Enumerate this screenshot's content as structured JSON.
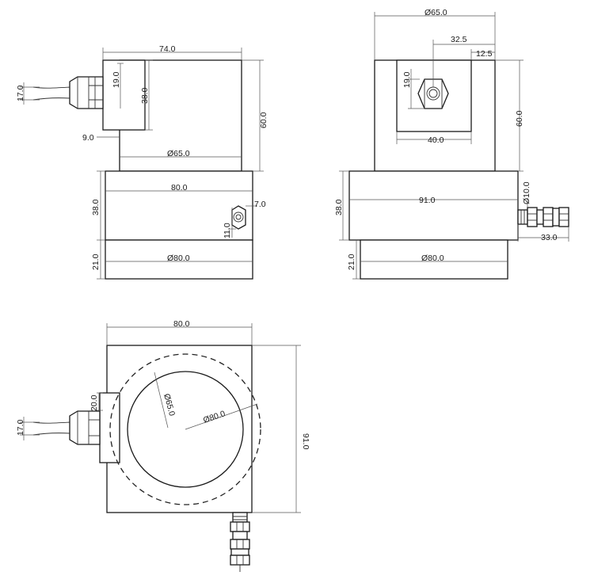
{
  "front_view": {
    "top_width": "74.0",
    "cable_dia": "17.0",
    "gland_height": "19.0",
    "housing_height": "38.0",
    "total_height": "60.0",
    "offset": "9.0",
    "neck_dia": "Ø65.0",
    "body_width": "80.0",
    "body_height": "38.0",
    "port_size": "7.0",
    "port_height": "11.0",
    "base_height": "21.0",
    "base_dia": "Ø80.0"
  },
  "side_view": {
    "top_dia": "Ø65.0",
    "center_offset": "32.5",
    "edge_offset": "12.5",
    "fitting_height": "19.0",
    "total_height": "60.0",
    "block_width": "40.0",
    "body_height": "38.0",
    "body_width": "91.0",
    "tube_dia": "Ø10.0",
    "tube_length": "33.0",
    "base_height": "21.0",
    "base_dia": "Ø80.0"
  },
  "top_view": {
    "width": "80.0",
    "depth": "91.0",
    "gland_width": "20.0",
    "cable_dia": "17.0",
    "inner_dia": "Ø65.0",
    "outer_dia": "Ø80.0"
  }
}
